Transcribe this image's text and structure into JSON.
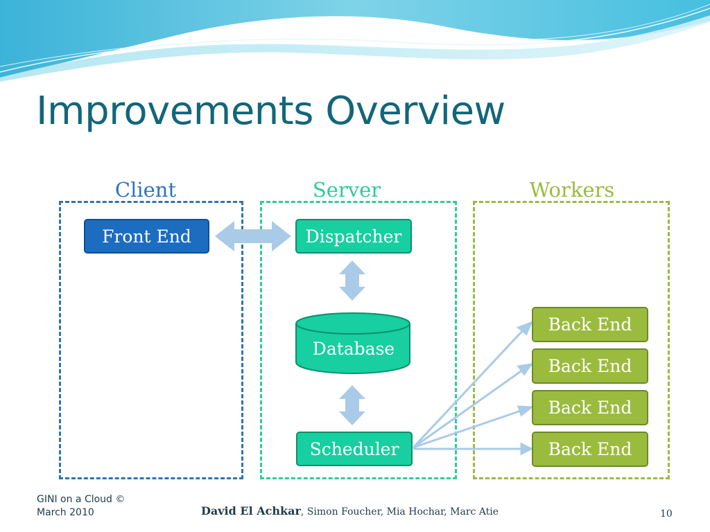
{
  "slide": {
    "title": "Improvements Overview",
    "footer_left": "GINI on a Cloud © March 2010",
    "footer_presenter": "David El Achkar",
    "footer_authors": ", Simon Foucher, Mia Hochar, Marc Atie",
    "page_number": "10"
  },
  "sections": [
    {
      "label": "Client",
      "color": "#2e74b5"
    },
    {
      "label": "Server",
      "color": "#2ecc9a"
    },
    {
      "label": "Workers",
      "color": "#9bbb3f"
    }
  ],
  "nodes": {
    "front_end": "Front End",
    "dispatcher": "Dispatcher",
    "database": "Database",
    "scheduler": "Scheduler",
    "back_ends": [
      "Back End",
      "Back End",
      "Back End",
      "Back End"
    ]
  },
  "colors": {
    "title": "#12667a",
    "front_end_fill": "#1c6cc0",
    "server_node_fill": "#17cfa0",
    "worker_node_fill": "#9bbb3f",
    "arrow": "#a9cbe8"
  }
}
